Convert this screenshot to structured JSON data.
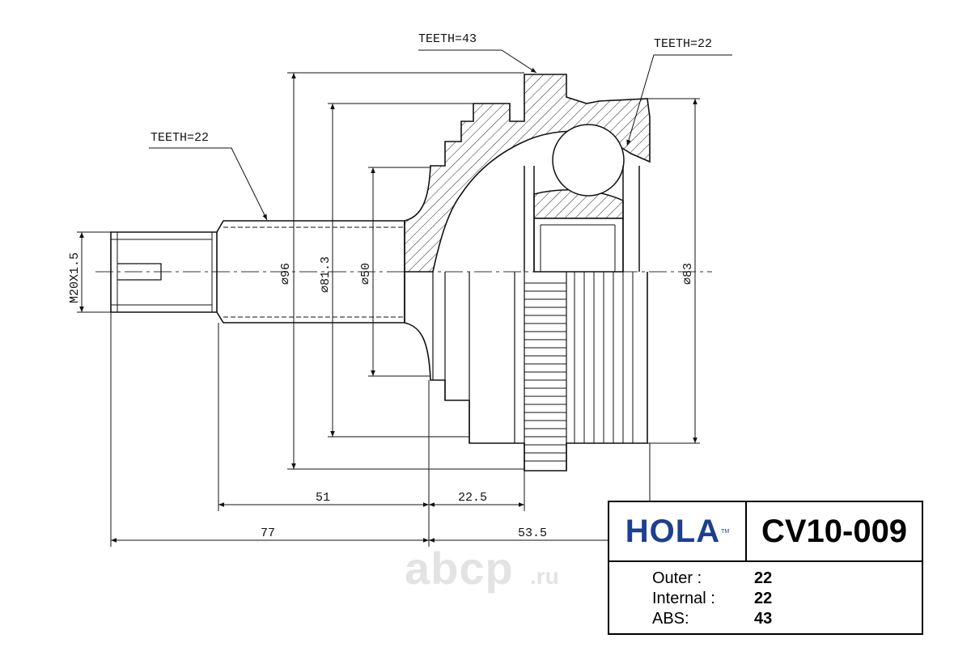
{
  "labels": {
    "teeth_top": "TEETH=43",
    "teeth_right": "TEETH=22",
    "teeth_left": "TEETH=22"
  },
  "dimensions": {
    "thread": "M20X1.5",
    "d96": "⌀96",
    "d81_3": "⌀81.3",
    "d50": "⌀50",
    "d83": "⌀83",
    "len_51": "51",
    "len_22_5": "22.5",
    "len_77": "77",
    "len_53_5": "53.5"
  },
  "watermark": {
    "main": "abcp",
    "suffix": ".ru"
  },
  "table": {
    "brand": "HOLA",
    "brand_tm": "TM",
    "part_number": "CV10-009",
    "rows": [
      {
        "label": "Outer :",
        "value": "22"
      },
      {
        "label": "Internal :",
        "value": "22"
      },
      {
        "label": "ABS:",
        "value": "43"
      }
    ]
  },
  "colors": {
    "line": "#111111",
    "brand": "#1d3f8e",
    "watermark": "#e3e3e3"
  }
}
